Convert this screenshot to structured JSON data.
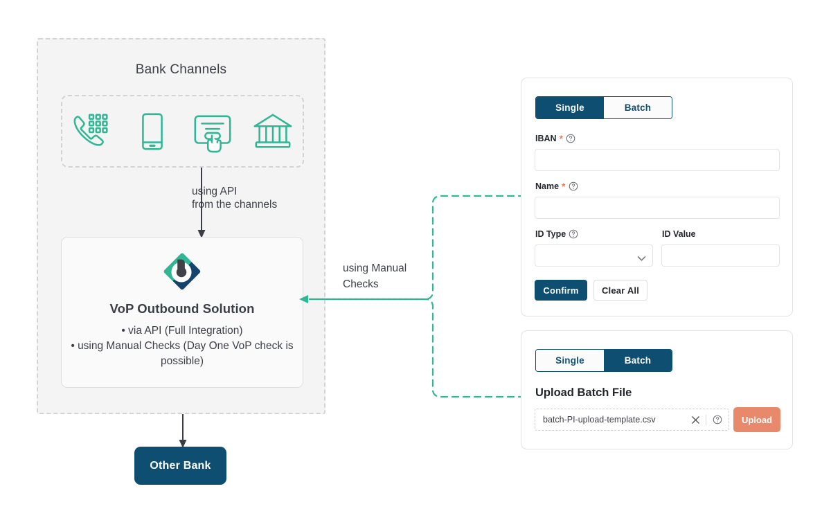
{
  "colors": {
    "teal": "#2fb795",
    "navy": "#0e4e70",
    "coral": "#e8896b",
    "group_bg": "#f4f4f4",
    "dash_grey": "#d3d3d3",
    "text": "#3b3f45"
  },
  "diagram": {
    "group_title": "Bank Channels",
    "channels": [
      {
        "name": "phone-keypad-icon",
        "label": "Telephone banking"
      },
      {
        "name": "mobile-phone-icon",
        "label": "Mobile banking"
      },
      {
        "name": "online-banking-cursor-icon",
        "label": "Online banking"
      },
      {
        "name": "bank-building-icon",
        "label": "Branch"
      }
    ],
    "api_arrow_label_line1": "using API",
    "api_arrow_label_line2": "from the channels",
    "vop": {
      "logo_name": "vop-brand-logo",
      "title": "VoP Outbound Solution",
      "bullets": [
        "via API (Full Integration)",
        "using Manual Checks (Day One VoP check is possible)"
      ]
    },
    "manual_label_line1": "using Manual",
    "manual_label_line2": "Checks",
    "other_bank": "Other Bank"
  },
  "single_card": {
    "tabs": [
      {
        "label": "Single",
        "active": true
      },
      {
        "label": "Batch",
        "active": false
      }
    ],
    "fields": [
      {
        "label": "IBAN",
        "required": true,
        "help": true,
        "value": "",
        "placeholder": ""
      },
      {
        "label": "Name",
        "required": true,
        "help": true,
        "value": "",
        "placeholder": ""
      },
      {
        "label": "ID Type",
        "required": false,
        "help": true,
        "value": "",
        "placeholder": ""
      },
      {
        "label": "ID Value",
        "required": false,
        "help": false,
        "value": "",
        "placeholder": ""
      }
    ],
    "buttons": {
      "confirm": "Confirm",
      "clear_all": "Clear All"
    }
  },
  "batch_card": {
    "tabs": [
      {
        "label": "Single",
        "active": false
      },
      {
        "label": "Batch",
        "active": true
      }
    ],
    "heading": "Upload Batch File",
    "file_name": "batch-PI-upload-template.csv",
    "upload_button": "Upload"
  }
}
